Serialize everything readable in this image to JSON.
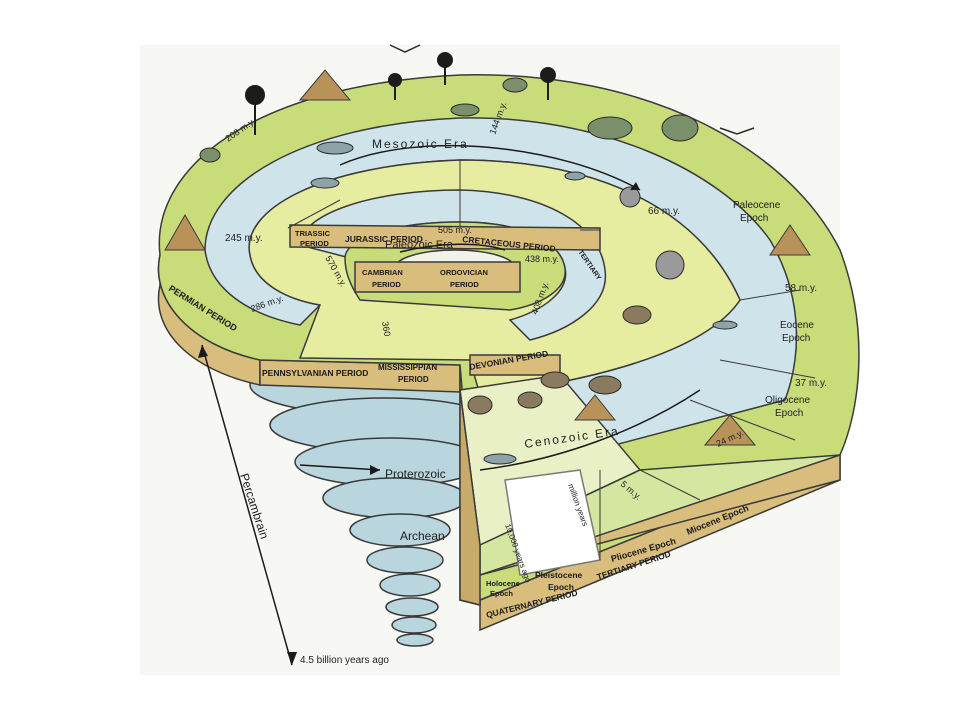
{
  "diagram": {
    "eras": {
      "mesozoic": "Mesozoic Era",
      "paleozoic": "Paleozoic Era",
      "cenozoic": "Cenozoic Era",
      "proterozoic": "Proterozoic",
      "archean": "Archean",
      "precambrian": "Percambrain"
    },
    "bottom_label": "4.5 billion years ago",
    "periods": {
      "permian": "PERMIAN PERIOD",
      "pennsylvanian": "PENNSYLVANIAN PERIOD",
      "mississippian_1": "MISSISSIPPIAN",
      "mississippian_2": "PERIOD",
      "devonian": "DEVONIAN PERIOD",
      "jurassic": "JURASSIC PERIOD",
      "cretaceous": "CRETACEOUS PERIOD",
      "triassic_1": "TRIASSIC",
      "triassic_2": "PERIOD",
      "cambrian_1": "CAMBRIAN",
      "cambrian_2": "PERIOD",
      "ordovician_1": "ORDOVICIAN",
      "ordovician_2": "PERIOD",
      "tertiary_short": "TERTIARY",
      "quaternary": "QUATERNARY PERIOD",
      "tertiary": "TERTIARY PERIOD"
    },
    "epochs": {
      "paleocene_1": "Paleocene",
      "paleocene_2": "Epoch",
      "eocene_1": "Eocene",
      "eocene_2": "Epoch",
      "oligocene_1": "Oligocene",
      "oligocene_2": "Epoch",
      "miocene": "Miocene Epoch",
      "pliocene": "Pliocene Epoch",
      "pleistocene_1": "Pleistocene",
      "pleistocene_2": "Epoch",
      "holocene_1": "Holocene",
      "holocene_2": "Epoch"
    },
    "ages": {
      "m208": "208 m.y.",
      "m245": "245 m.y.",
      "m286": "286 m.y.",
      "m360": "360",
      "m408": "408 m.y.",
      "m438": "438 m.y.",
      "m505": "505 m.y.",
      "m570": "570 m.y.",
      "m144": "144 m.y.",
      "m66": "66 m.y.",
      "m58": "58 m.y.",
      "m37": "37 m.y.",
      "m24": "24 m.y.",
      "m5": "5 m.y.",
      "million_years": "million years",
      "y10000": "10,000 years ago"
    },
    "colors": {
      "land": "#c9dc7a",
      "land_light": "#e6eda0",
      "water": "#cfe3ea",
      "wall": "#d9bd7c",
      "wall_dark": "#b89a5a",
      "coil": "#b9d6de",
      "outline": "#3a3a3a"
    },
    "icons": [
      "volcano-icon",
      "palm-tree-icon",
      "dinosaur-icon",
      "fish-icon",
      "pterosaur-icon",
      "shell-icon",
      "mammal-icon"
    ]
  }
}
